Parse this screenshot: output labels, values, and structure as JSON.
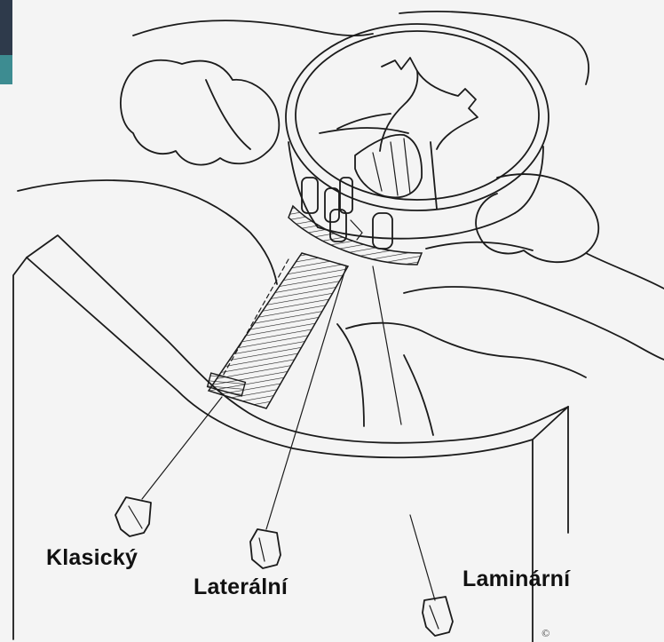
{
  "labels": {
    "classic": "Klasický",
    "lateral": "Laterální",
    "laminar": "Laminární"
  },
  "signature": "©",
  "colors": {
    "corner_dark": "#2e3a4b",
    "corner_teal": "#3d8c91"
  }
}
